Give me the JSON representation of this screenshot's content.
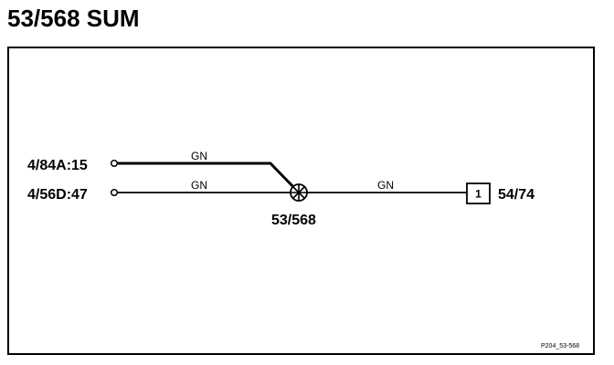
{
  "title": "53/568 SUM",
  "diagram": {
    "pins": [
      {
        "label": "4/84A:15"
      },
      {
        "label": "4/56D:47"
      }
    ],
    "wires": [
      {
        "color_code": "GN"
      },
      {
        "color_code": "GN"
      },
      {
        "color_code": "GN"
      }
    ],
    "splice": {
      "label": "53/568"
    },
    "connector": {
      "pin_number": "1",
      "label": "54/74"
    },
    "reference": "P204_53-568"
  }
}
